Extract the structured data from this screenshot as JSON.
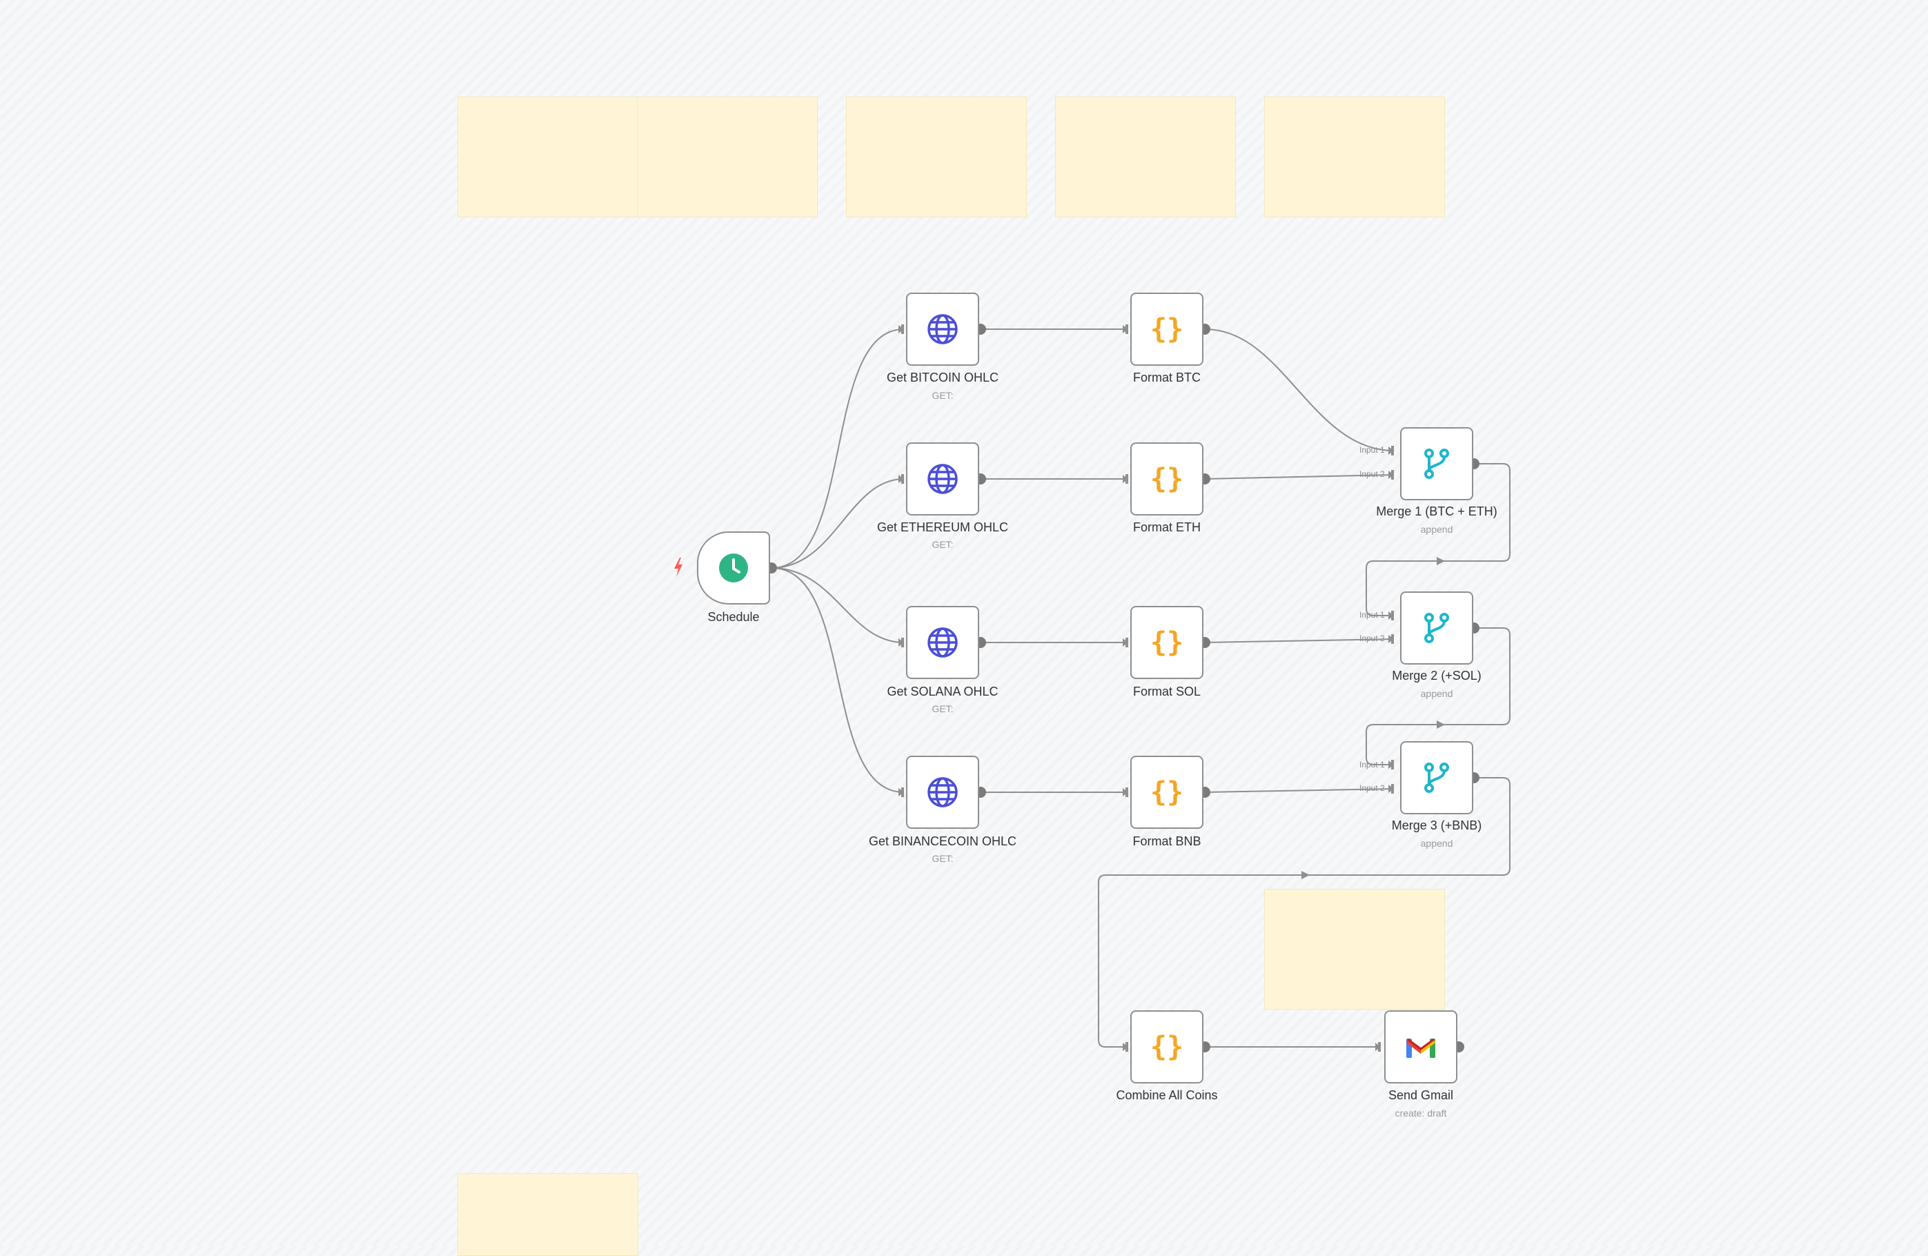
{
  "nodes": {
    "schedule": {
      "label": "Schedule",
      "icon": "clock-icon"
    },
    "get_btc": {
      "label": "Get BITCOIN OHLC",
      "sub": "GET:",
      "icon": "globe-icon"
    },
    "get_eth": {
      "label": "Get ETHEREUM OHLC",
      "sub": "GET:",
      "icon": "globe-icon"
    },
    "get_sol": {
      "label": "Get SOLANA OHLC",
      "sub": "GET:",
      "icon": "globe-icon"
    },
    "get_bnb": {
      "label": "Get BINANCECOIN OHLC",
      "sub": "GET:",
      "icon": "globe-icon"
    },
    "format_btc": {
      "label": "Format BTC",
      "icon": "code-braces-icon"
    },
    "format_eth": {
      "label": "Format ETH",
      "icon": "code-braces-icon"
    },
    "format_sol": {
      "label": "Format SOL",
      "icon": "code-braces-icon"
    },
    "format_bnb": {
      "label": "Format BNB",
      "icon": "code-braces-icon"
    },
    "merge1": {
      "label": "Merge 1 (BTC + ETH)",
      "sub": "append",
      "icon": "merge-icon"
    },
    "merge2": {
      "label": "Merge 2 (+SOL)",
      "sub": "append",
      "icon": "merge-icon"
    },
    "merge3": {
      "label": "Merge 3 (+BNB)",
      "sub": "append",
      "icon": "merge-icon"
    },
    "combine": {
      "label": "Combine All Coins",
      "icon": "code-braces-icon"
    },
    "gmail": {
      "label": "Send Gmail",
      "sub": "create: draft",
      "icon": "gmail-icon"
    }
  },
  "ports": {
    "input1": "Input 1",
    "input2": "Input 2"
  },
  "colors": {
    "globe": "#4b4fd6",
    "code": "#f5a623",
    "merge": "#1fb6c9",
    "clock": "#2fb584",
    "trigger_bolt": "#ff5a4e",
    "sticky": "#fff5d6",
    "edge": "#8a8a8a"
  }
}
